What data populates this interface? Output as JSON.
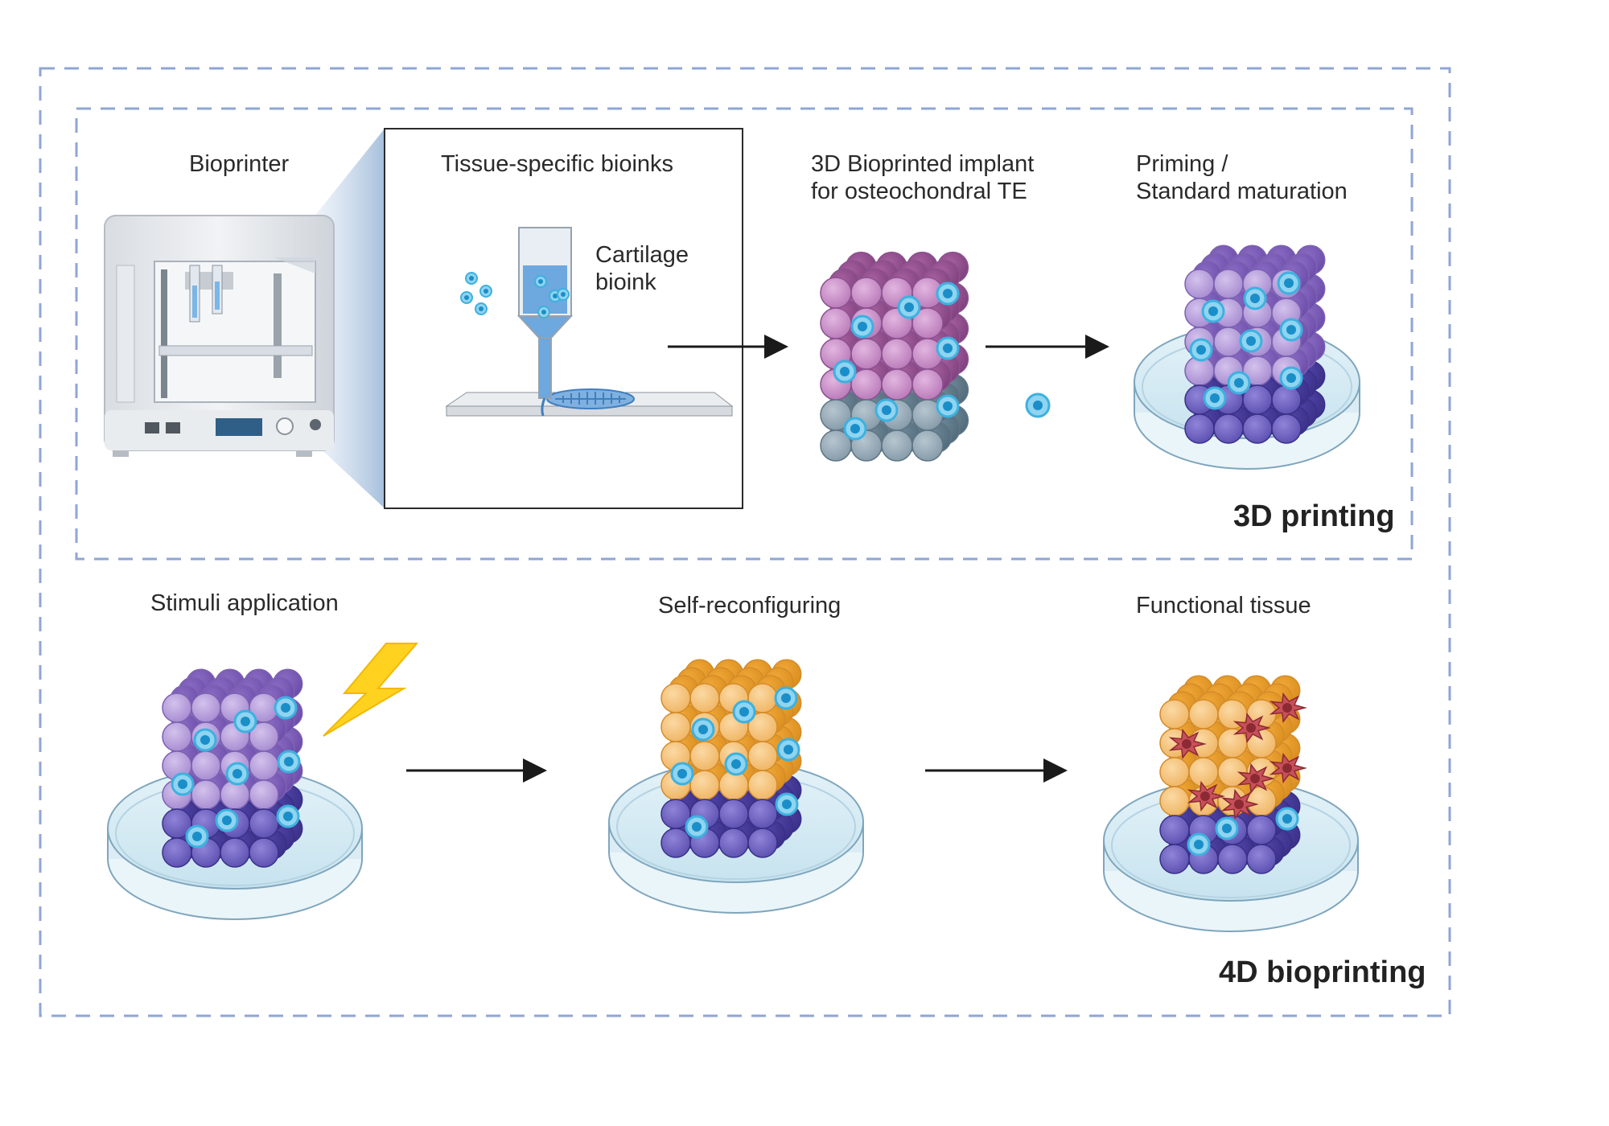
{
  "sections": {
    "inner_title": "3D printing",
    "outer_title": "4D bioprinting"
  },
  "steps": {
    "bioprinter": "Bioprinter",
    "bioinks": "Tissue-specific bioinks",
    "cartilage_line1": "Cartilage",
    "cartilage_line2": "bioink",
    "implant_line1": "3D Bioprinted implant",
    "implant_line2": "for osteochondral TE",
    "priming_line1": "Priming /",
    "priming_line2": "Standard maturation",
    "stimuli": "Stimuli application",
    "self_reconfiguring": "Self-reconfiguring",
    "functional": "Functional tissue"
  },
  "colors": {
    "dash_border": "#8fa6d4",
    "arrow": "#1a1a1a",
    "cartilage_purple": "#c98fc8",
    "bone_grey": "#8fa5b3",
    "light_purple": "#b39ad6",
    "dark_purple": "#6a5bb8",
    "orange": "#f2b866",
    "cell_blue": "#3db1e0",
    "damaged_cell": "#b8404a",
    "bolt_yellow": "#ffd21f"
  }
}
